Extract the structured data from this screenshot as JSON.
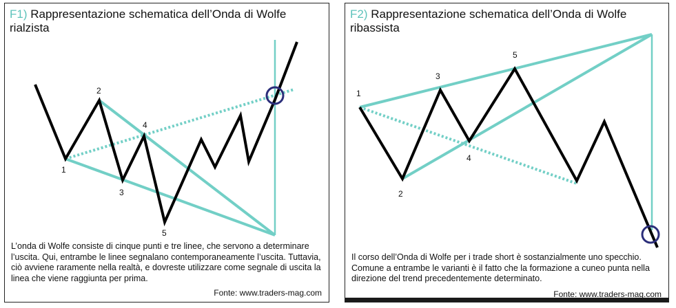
{
  "panel1": {
    "tag": "F1)",
    "title_line1": "Rappresentazione schematica dell’Onda di Wolfe",
    "title_line2": "rialzista",
    "point_labels": [
      "1",
      "2",
      "3",
      "4",
      "5"
    ],
    "description_lines": [
      "L’onda di Wolfe consiste di cinque punti e tre linee, che servono a determinare",
      "l’uscita. Qui, entrambe le linee segnalano contemporaneamente l’uscita. Tuttavia,",
      "ciò avviene raramente nella realtà, e dovreste utilizzare come segnale di uscita la",
      "linea che viene raggiunta per prima."
    ],
    "source": "Fonte: www.traders-mag.com"
  },
  "panel2": {
    "tag": "F2)",
    "title_line1": "Rappresentazione schematica dell’Onda di Wolfe",
    "title_line2": "ribassista",
    "point_labels": [
      "1",
      "2",
      "3",
      "4",
      "5"
    ],
    "description_lines": [
      "Il corso dell’Onda di Wolfe per i trade short è sostanzialmente uno specchio.",
      "Comune a entrambe le varianti è il fatto che la formazione a cuneo punta nella",
      "direzione del trend precedentemente determinato."
    ],
    "source": "Fonte: www.traders-mag.com"
  },
  "colors": {
    "price_line": "#000000",
    "wave_lines": "#72cfc6",
    "circle": "#2b2e7a",
    "tag": "#5ec3bb"
  }
}
